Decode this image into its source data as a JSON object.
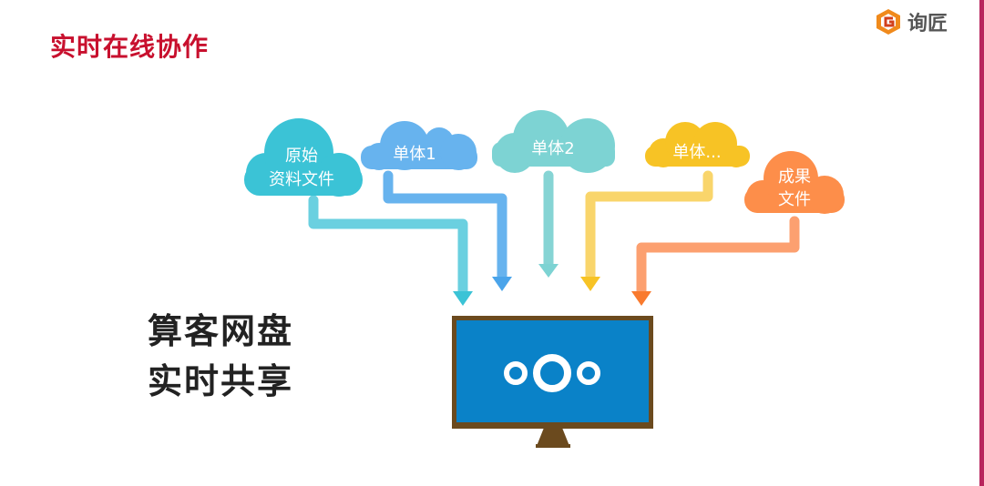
{
  "title": "实时在线协作",
  "brand": {
    "name": "询匠"
  },
  "headline": {
    "line1": "算客网盘",
    "line2": "实时共享"
  },
  "clouds": [
    {
      "lines": [
        "原始",
        "资料文件"
      ],
      "color": "#3bc3d6"
    },
    {
      "lines": [
        "单体1"
      ],
      "color": "#67b3ee"
    },
    {
      "lines": [
        "单体2"
      ],
      "color": "#7dd3d3"
    },
    {
      "lines": [
        "单体..."
      ],
      "color": "#f7c325"
    },
    {
      "lines": [
        "成果",
        "文件"
      ],
      "color": "#fd8e4a"
    }
  ],
  "colors": {
    "title": "#c8102e",
    "monitor_frame": "#6b4a1e",
    "screen": "#0a82c8"
  }
}
